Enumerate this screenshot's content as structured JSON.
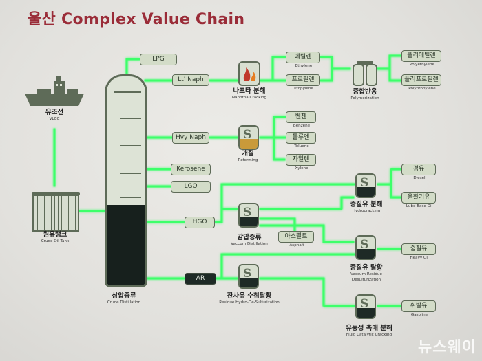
{
  "title": "울산 Complex Value Chain",
  "watermark": "뉴스웨이",
  "nodes": {
    "lpg": "LPG",
    "lt_naph": "Lt' Naph",
    "hvy_naph": "Hvy Naph",
    "kerosene": "Kerosene",
    "lgo": "LGO",
    "hgo": "HGO",
    "ar": "AR",
    "ethylene": {
      "ko": "에틸렌",
      "en": "Ethylene"
    },
    "propylene": {
      "ko": "프로필렌",
      "en": "Propylene"
    },
    "polyethylene": {
      "ko": "폴리에틸렌",
      "en": "Polyethylene"
    },
    "polypropylene": {
      "ko": "폴리프로필렌",
      "en": "Polypropylene"
    },
    "benzene": {
      "ko": "벤젠",
      "en": "Benzene"
    },
    "toluene": {
      "ko": "톨루엔",
      "en": "Toluene"
    },
    "xylene": {
      "ko": "자일렌",
      "en": "Xylene"
    },
    "diesel": {
      "ko": "경유",
      "en": "Diesel"
    },
    "lube_base_oil": {
      "ko": "윤활기유",
      "en": "Lube Base Oil"
    },
    "asphalt": {
      "ko": "아스팔트",
      "en": "Asphalt"
    },
    "heavy_oil": {
      "ko": "중질유",
      "en": "Heavy Oil"
    },
    "gasoline": {
      "ko": "휘발유",
      "en": "Gasoline"
    }
  },
  "units": {
    "vlcc": {
      "ko": "유조선",
      "en": "VLCC"
    },
    "crude_tank": {
      "ko": "원유탱크",
      "en": "Crude Oil Tank"
    },
    "crude_distillation": {
      "ko": "상압증류",
      "en": "Crude Distillation"
    },
    "naphtha_cracking": {
      "ko": "나프타 분해",
      "en": "Naphtha Cracking"
    },
    "polymerization": {
      "ko": "중합반응",
      "en": "Polymerization"
    },
    "reforming": {
      "ko": "개질",
      "en": "Reforming"
    },
    "hydrocracking": {
      "ko": "중질유 분해",
      "en": "Hydrocracking"
    },
    "vaccum_distillation": {
      "ko": "감압증류",
      "en": "Vaccum Distillation"
    },
    "vaccum_residue": {
      "ko": "중질유 탈황",
      "en1": "Vaccum Residue",
      "en2": "Desulfurization"
    },
    "residue_hds": {
      "ko": "잔사유 수첨탈황",
      "en": "Residue Hydro-De-Sulfurization"
    },
    "fcc": {
      "ko": "유동성 촉매 분해",
      "en": "Fluid Catalytic Cracking"
    }
  },
  "colors": {
    "title": "#9a2c38",
    "flow": "#3dff6a",
    "frame": "#5e6b58",
    "dark_fill": "#1e2a26"
  }
}
